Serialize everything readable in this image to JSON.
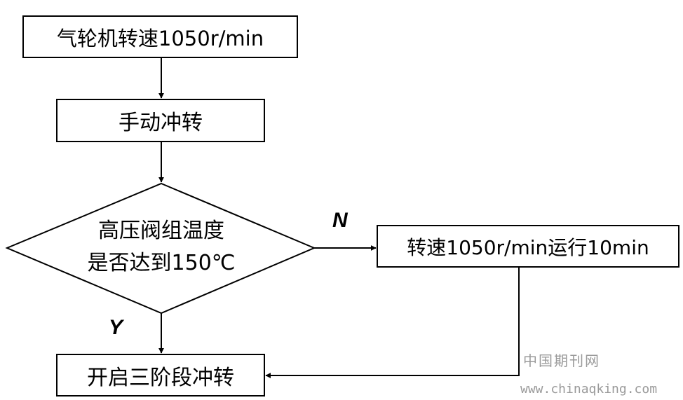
{
  "nodes": {
    "start": "气轮机转速1050r/min",
    "manual": "手动冲转",
    "decision_line1": "高压阀组温度",
    "decision_line2": "是否达到150℃",
    "run": "转速1050r/min运行10min",
    "final": "开启三阶段冲转"
  },
  "edges": {
    "no": "N",
    "yes": "Y"
  },
  "watermark": {
    "cn": "中国期刊网",
    "url": "www.chinaqking.com"
  }
}
